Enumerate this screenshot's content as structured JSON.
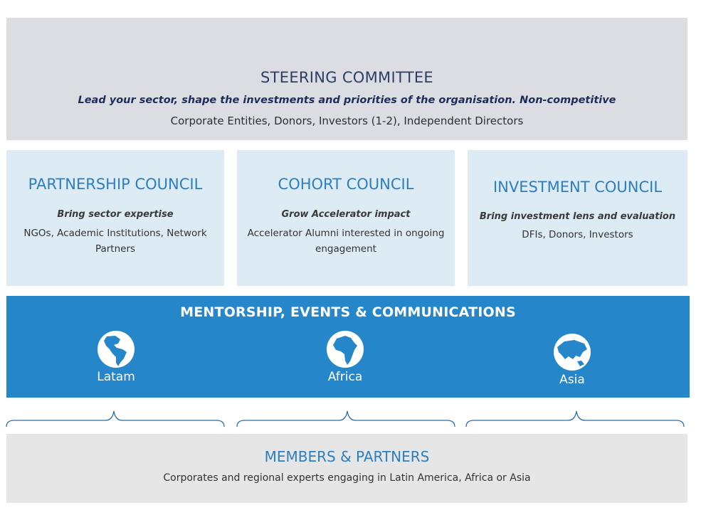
{
  "steering": {
    "title": "STEERING COMMITTEE",
    "tagline": "Lead your sector, shape the investments and priorities of the organisation. Non-competitive",
    "members": "Corporate Entities, Donors, Investors (1-2), Independent Directors"
  },
  "councils": [
    {
      "title": "PARTNERSHIP COUNCIL",
      "tagline": "Bring sector expertise",
      "members": "NGOs, Academic Institutions, Network Partners"
    },
    {
      "title": "COHORT COUNCIL",
      "tagline": "Grow Accelerator impact",
      "members": "Accelerator Alumni interested in ongoing engagement"
    },
    {
      "title": "INVESTMENT COUNCIL",
      "tagline": "Bring investment lens and evaluation",
      "members": "DFIs, Donors, Investors"
    }
  ],
  "mentorship": {
    "title": "MENTORSHIP, EVENTS & COMMUNICATIONS",
    "regions": [
      {
        "label": "Latam",
        "icon": "globe-americas-icon"
      },
      {
        "label": "Africa",
        "icon": "globe-africa-icon"
      },
      {
        "label": "Asia",
        "icon": "globe-asia-icon"
      }
    ]
  },
  "members_partners": {
    "title": "MEMBERS & PARTNERS",
    "description": "Corporates and regional experts engaging in Latin America, Africa or Asia"
  },
  "colors": {
    "steering_bg": "#dcdde3",
    "council_bg": "#ddebf5",
    "mentorship_bg": "#2587c9",
    "members_bg": "#e6e6e6",
    "accent_text": "#2c7fbf",
    "brace_stroke": "#2c6fa8"
  }
}
